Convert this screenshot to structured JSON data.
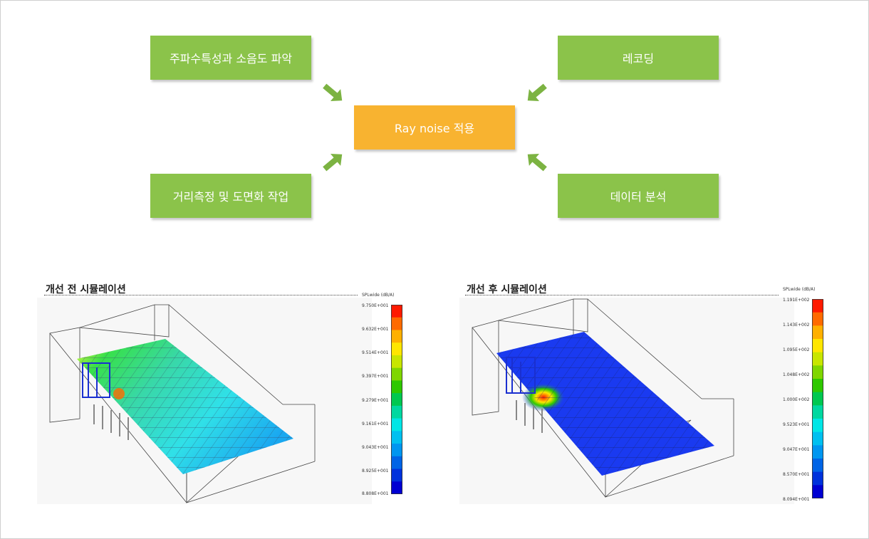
{
  "flow": {
    "top_left": "주파수특성과 소음도 파악",
    "top_right": "레코딩",
    "center": "Ray noise 적용",
    "bottom_left": "거리측정 및 도면화 작업",
    "bottom_right": "데이터 분석"
  },
  "colors": {
    "green": "#8bc34a",
    "orange": "#f8b330",
    "arrow": "#7cb342"
  },
  "before": {
    "title": "개선 전 시뮬레이션",
    "legend_title": "SPLwide (dB/A)",
    "legend_labels": [
      "9.750E+001",
      "9.632E+001",
      "9.514E+001",
      "9.397E+001",
      "9.279E+001",
      "9.161E+001",
      "9.043E+001",
      "8.925E+001",
      "8.808E+001"
    ]
  },
  "after": {
    "title": "개선 후 시뮬레이션",
    "legend_title": "SPLwide (dB/A)",
    "legend_labels": [
      "1.191E+002",
      "1.143E+002",
      "1.095E+002",
      "1.048E+002",
      "1.000E+002",
      "9.523E+001",
      "9.047E+001",
      "8.570E+001",
      "8.094E+001"
    ]
  },
  "legend_colors": [
    "#ff1a00",
    "#ff6a00",
    "#ffb000",
    "#ffe600",
    "#c8e600",
    "#7fd600",
    "#2ec800",
    "#00c850",
    "#00d8a0",
    "#00e6e6",
    "#00c0f0",
    "#0096f0",
    "#0064e6",
    "#0032dc",
    "#0000d2"
  ]
}
